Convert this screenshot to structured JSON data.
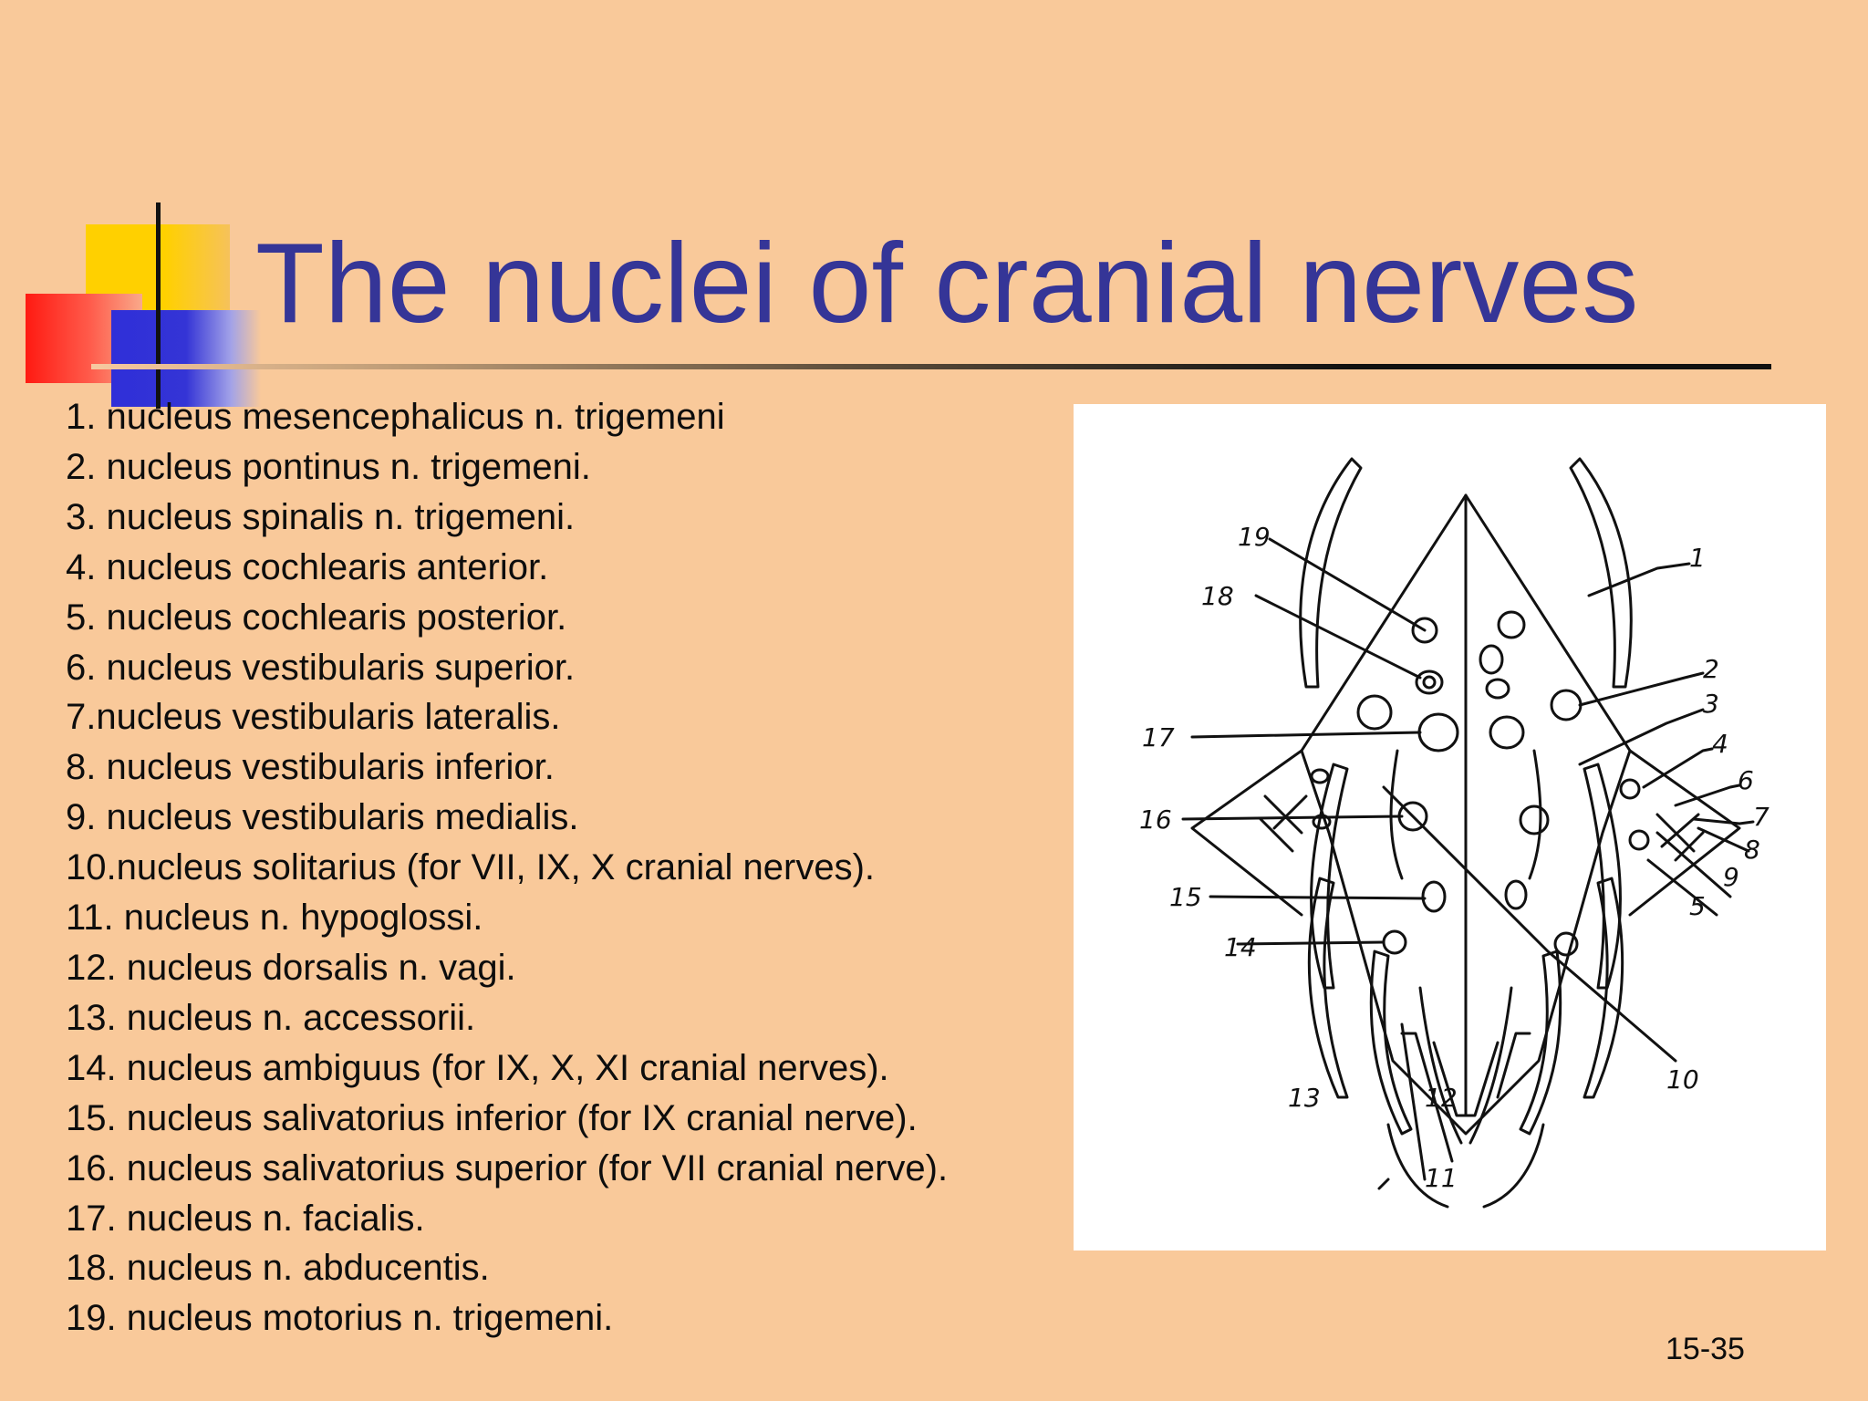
{
  "slide": {
    "title": "The nuclei of cranial nerves",
    "page_number": "15-35"
  },
  "list_items": [
    "1. nucleus mesencephalicus n. trigemeni",
    "2. nucleus pontinus n. trigemeni.",
    "3. nucleus spinalis n. trigemeni.",
    "4. nucleus cochlearis anterior.",
    "5. nucleus cochlearis posterior.",
    "6. nucleus vestibularis superior.",
    "7.nucleus vestibularis lateralis.",
    "8. nucleus vestibularis inferior.",
    "9. nucleus vestibularis medialis.",
    "10.nucleus solitarius (for VII, IX, X cranial nerves).",
    "11. nucleus n. hypoglossi.",
    "12. nucleus dorsalis n. vagi.",
    "13. nucleus n. accessorii.",
    "14. nucleus ambiguus (for IX, X, XI cranial nerves).",
    "15. nucleus salivatorius inferior (for IX cranial nerve).",
    "16. nucleus salivatorius superior (for VII cranial nerve).",
    "17. nucleus n. facialis.",
    "18. nucleus n. abducentis.",
    "19. nucleus motorius n. trigemeni."
  ],
  "figure_labels": [
    "1",
    "2",
    "3",
    "4",
    "5",
    "6",
    "7",
    "8",
    "9",
    "10",
    "11",
    "12",
    "13",
    "14",
    "15",
    "16",
    "17",
    "18",
    "19"
  ],
  "colors": {
    "background": "#f9c99a",
    "title": "#353597",
    "accent_yellow": "#ffd000",
    "accent_red": "#ff1a12",
    "accent_blue": "#2f2fd8"
  }
}
